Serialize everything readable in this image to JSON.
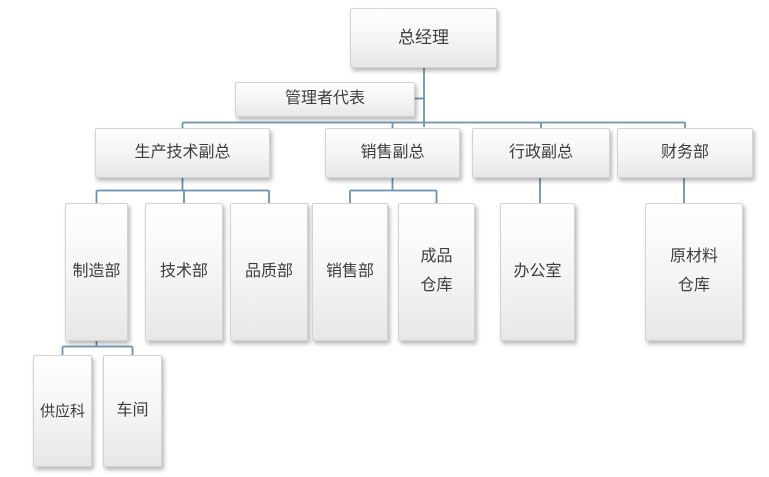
{
  "colors": {
    "connector": "#6b92b4",
    "box_border": "#d3d3d3",
    "box_top": "#ffffff",
    "box_mid": "#f4f4f4",
    "box_bottom": "#e7e7e7",
    "text": "#3d3d3d",
    "background": "#ffffff"
  },
  "nodes": {
    "general_manager": {
      "label": "总经理"
    },
    "management_rep": {
      "label": "管理者代表"
    },
    "production_tech_vp": {
      "label": "生产技术副总"
    },
    "sales_vp": {
      "label": "销售副总"
    },
    "admin_vp": {
      "label": "行政副总"
    },
    "finance_dept": {
      "label": "财务部"
    },
    "manufacturing_dept": {
      "label": "制造部"
    },
    "technology_dept": {
      "label": "技术部"
    },
    "quality_dept": {
      "label": "品质部"
    },
    "sales_dept": {
      "label": "销售部"
    },
    "finished_goods_warehouse": {
      "label": "成品仓库",
      "lines": [
        "成品",
        "仓库"
      ]
    },
    "office": {
      "label": "办公室"
    },
    "raw_material_warehouse": {
      "label": "原材料仓库",
      "lines": [
        "原材料",
        "仓库"
      ]
    },
    "supply_section": {
      "label": "供应科"
    },
    "workshop": {
      "label": "车间"
    }
  },
  "hierarchy": {
    "root": "general_manager",
    "edges": [
      {
        "from": "general_manager",
        "to": "management_rep"
      },
      {
        "from": "general_manager",
        "to": "production_tech_vp"
      },
      {
        "from": "general_manager",
        "to": "sales_vp"
      },
      {
        "from": "general_manager",
        "to": "admin_vp"
      },
      {
        "from": "general_manager",
        "to": "finance_dept"
      },
      {
        "from": "production_tech_vp",
        "to": "manufacturing_dept"
      },
      {
        "from": "production_tech_vp",
        "to": "technology_dept"
      },
      {
        "from": "production_tech_vp",
        "to": "quality_dept"
      },
      {
        "from": "sales_vp",
        "to": "sales_dept"
      },
      {
        "from": "sales_vp",
        "to": "finished_goods_warehouse"
      },
      {
        "from": "admin_vp",
        "to": "office"
      },
      {
        "from": "finance_dept",
        "to": "raw_material_warehouse"
      },
      {
        "from": "manufacturing_dept",
        "to": "supply_section"
      },
      {
        "from": "manufacturing_dept",
        "to": "workshop"
      }
    ]
  }
}
